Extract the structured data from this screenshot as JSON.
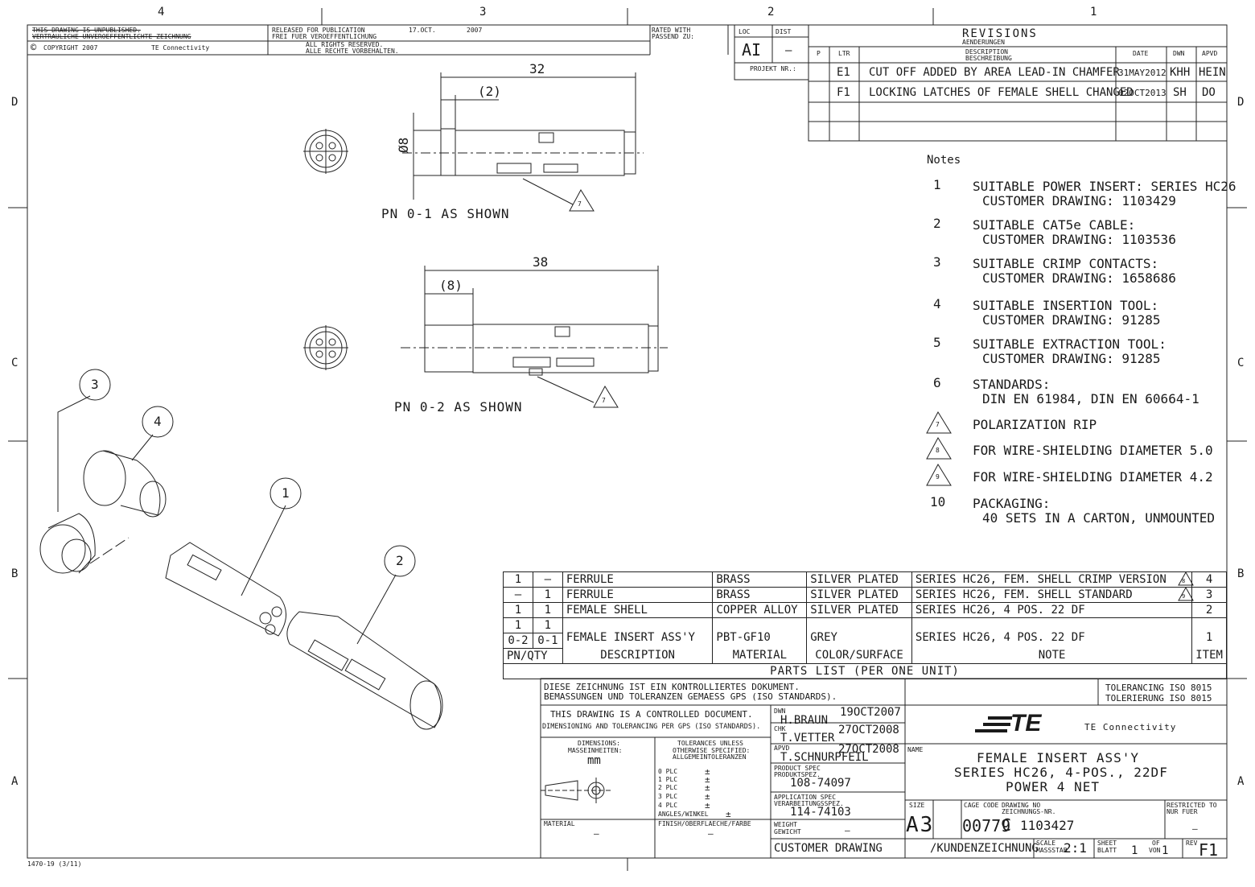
{
  "frame": {
    "zones_top": [
      "4",
      "3",
      "2",
      "1"
    ],
    "zones_side": [
      "D",
      "C",
      "B",
      "A"
    ],
    "form_code": "1470-19 (3/11)"
  },
  "header_left": {
    "unpublished_1": "THIS DRAWING IS UNPUBLISHED.",
    "unpublished_2": "VERTRAULICHE UNVEROEFFENTLICHTE ZEICHNUNG",
    "copyright": "COPYRIGHT 2007",
    "company": "TE Connectivity",
    "released_1": "RELEASED FOR PUBLICATION",
    "released_2": "FREI FUER VEROEFFENTLICHUNG",
    "released_date": "17.OCT.",
    "released_year": "2007",
    "rights_1": "ALL RIGHTS RESERVED.",
    "rights_2": "ALLE RECHTE VORBEHALTEN.",
    "rated_1": "RATED WITH",
    "rated_2": "PASSEND ZU:"
  },
  "loc_box": {
    "loc_label": "LOC",
    "dist_label": "DIST",
    "loc_value": "AI",
    "dist_value": "–",
    "project_label": "PROJEKT NR.:"
  },
  "revisions": {
    "title": "REVISIONS",
    "title_de": "AENDERUNGEN",
    "col_p": "P",
    "col_ltr": "LTR",
    "col_desc": "DESCRIPTION",
    "col_desc_de": "BESCHREIBUNG",
    "col_date": "DATE",
    "col_dwn": "DWN",
    "col_apvd": "APVD",
    "rows": [
      {
        "ltr": "E1",
        "desc": "CUT OFF ADDED BY AREA LEAD-IN CHAMFER",
        "date": "31MAY2012",
        "dwn": "KHH",
        "apvd": "HEIN"
      },
      {
        "ltr": "F1",
        "desc": "LOCKING LATCHES OF FEMALE SHELL CHANGED",
        "date": "02OCT2013",
        "dwn": "SH",
        "apvd": "DO"
      }
    ]
  },
  "views": {
    "view1": {
      "caption": "PN 0-1 AS SHOWN",
      "dim_total": "32",
      "dim_ref": "(2)",
      "dim_dia": "Ø8",
      "flag": "7"
    },
    "view2": {
      "caption": "PN 0-2 AS SHOWN",
      "dim_total": "38",
      "dim_ref": "(8)",
      "flag": "7"
    }
  },
  "balloons": [
    "3",
    "4",
    "1",
    "2"
  ],
  "notes": {
    "title": "Notes",
    "items": [
      {
        "num": "1",
        "l1": "SUITABLE POWER INSERT: SERIES HC26",
        "l2": "CUSTOMER DRAWING: 1103429"
      },
      {
        "num": "2",
        "l1": "SUITABLE CAT5e CABLE:",
        "l2": "CUSTOMER DRAWING: 1103536"
      },
      {
        "num": "3",
        "l1": "SUITABLE CRIMP CONTACTS:",
        "l2": "CUSTOMER DRAWING: 1658686"
      },
      {
        "num": "4",
        "l1": "SUITABLE INSERTION TOOL:",
        "l2": "CUSTOMER DRAWING: 91285"
      },
      {
        "num": "5",
        "l1": "SUITABLE EXTRACTION TOOL:",
        "l2": "CUSTOMER DRAWING: 91285"
      },
      {
        "num": "6",
        "l1": "STANDARDS:",
        "l2": "DIN EN 61984, DIN EN 60664-1"
      },
      {
        "num": "7",
        "l1": "POLARIZATION RIP",
        "l2": "",
        "flag": true
      },
      {
        "num": "8",
        "l1": "FOR WIRE-SHIELDING DIAMETER 5.0",
        "l2": "",
        "flag": true
      },
      {
        "num": "9",
        "l1": "FOR WIRE-SHIELDING DIAMETER 4.2",
        "l2": "",
        "flag": true
      },
      {
        "num": "10",
        "l1": "PACKAGING:",
        "l2": "40 SETS IN A CARTON, UNMOUNTED"
      }
    ]
  },
  "bom": {
    "rows": [
      {
        "q1": "1",
        "q2": "–",
        "desc": "FERRULE",
        "mat": "BRASS",
        "color": "SILVER PLATED",
        "note": "SERIES HC26, FEM. SHELL CRIMP VERSION",
        "flag": "8",
        "item": "4"
      },
      {
        "q1": "–",
        "q2": "1",
        "desc": "FERRULE",
        "mat": "BRASS",
        "color": "SILVER PLATED",
        "note": "SERIES HC26, FEM. SHELL STANDARD",
        "flag": "9",
        "item": "3"
      },
      {
        "q1": "1",
        "q2": "1",
        "desc": "FEMALE SHELL",
        "mat": "COPPER ALLOY",
        "color": "SILVER PLATED",
        "note": "SERIES HC26, 4 POS. 22 DF",
        "flag": "",
        "item": "2"
      },
      {
        "q1": "1",
        "q2": "1",
        "desc": "FEMALE INSERT ASS'Y",
        "mat": "PBT-GF10",
        "color": "GREY",
        "note": "SERIES HC26, 4 POS. 22 DF",
        "flag": "",
        "item": "1"
      }
    ],
    "hdr_pn1": "0-2",
    "hdr_pn2": "0-1",
    "hdr_pnqty": "PN/QTY",
    "hdr_desc": "DESCRIPTION",
    "hdr_mat": "MATERIAL",
    "hdr_color": "COLOR/SURFACE",
    "hdr_note": "NOTE",
    "hdr_item": "ITEM",
    "caption": "PARTS LIST  (PER ONE UNIT)"
  },
  "title_block": {
    "ctrl_de_1": "DIESE ZEICHNUNG IST EIN KONTROLLIERTES DOKUMENT.",
    "ctrl_de_2": "BEMASSUNGEN UND TOLERANZEN GEMAESS GPS (ISO STANDARDS).",
    "tol_1": "TOLERANCING ISO 8015",
    "tol_2": "TOLERIERUNG ISO 8015",
    "ctrl_en_1": "THIS DRAWING IS A CONTROLLED DOCUMENT.",
    "ctrl_en_2": "DIMENSIONING AND TOLERANCING PER GPS (ISO STANDARDS).",
    "dim_label_1": "DIMENSIONS:",
    "dim_label_2": "MASSEINHEITEN:",
    "dim_unit": "mm",
    "tol_label_1": "TOLERANCES UNLESS",
    "tol_label_2": "OTHERWISE SPECIFIED:",
    "tol_label_3": "ALLGEMEINTOLERANZEN",
    "plc": [
      "0 PLC",
      "1 PLC",
      "2 PLC",
      "3 PLC",
      "4 PLC"
    ],
    "pm": "±",
    "angles": "ANGLES/WINKEL",
    "material_label": "MATERIAL",
    "material_value": "–",
    "finish_label": "FINISH/OBERFLAECHE/FARBE",
    "finish_value": "–",
    "dwn_label": "DWN",
    "dwn_name": "H.BRAUN",
    "dwn_date": "19OCT2007",
    "chk_label": "CHK",
    "chk_name": "T.VETTER",
    "chk_date": "27OCT2008",
    "apvd_label": "APVD",
    "apvd_name": "T.SCHNURPFEIL",
    "apvd_date": "27OCT2008",
    "prod_spec_1": "PRODUCT SPEC",
    "prod_spec_2": "PRODUKTSPEZ.",
    "prod_spec_value": "108-74097",
    "app_spec_1": "APPLICATION SPEC",
    "app_spec_2": "VERARBEITUNGSSPEZ.",
    "app_spec_value": "114-74103",
    "weight_1": "WEIGHT",
    "weight_2": "GEWICHT",
    "weight_value": "–",
    "logo_text": "TE",
    "company": "TE Connectivity",
    "name_label": "NAME",
    "name_1": "FEMALE INSERT ASS'Y",
    "name_2": "SERIES HC26, 4-POS., 22DF",
    "name_3": "POWER 4 NET",
    "size_label": "SIZE",
    "size_value": "A3",
    "cage_label": "CAGE CODE",
    "cage_value": "00779",
    "dwg_label_1": "DRAWING NO",
    "dwg_label_2": "ZEICHNUNGS-NR.",
    "dwg_prefix": "C",
    "dwg_value": "1103427",
    "restricted_1": "RESTRICTED TO",
    "restricted_2": "NUR FUER",
    "restricted_value": "–",
    "customer_drawing": "CUSTOMER DRAWING",
    "kunden": "/KUNDENZEICHNUNG",
    "scale_label_1": "SCALE",
    "scale_label_2": "MASSSTAB",
    "scale_value": "2:1",
    "sheet_label_1": "SHEET",
    "sheet_label_2": "BLATT",
    "sheet_value": "1",
    "of_label_1": "OF",
    "of_label_2": "VON",
    "of_value": "1",
    "rev_label": "REV",
    "rev_value": "F1"
  }
}
